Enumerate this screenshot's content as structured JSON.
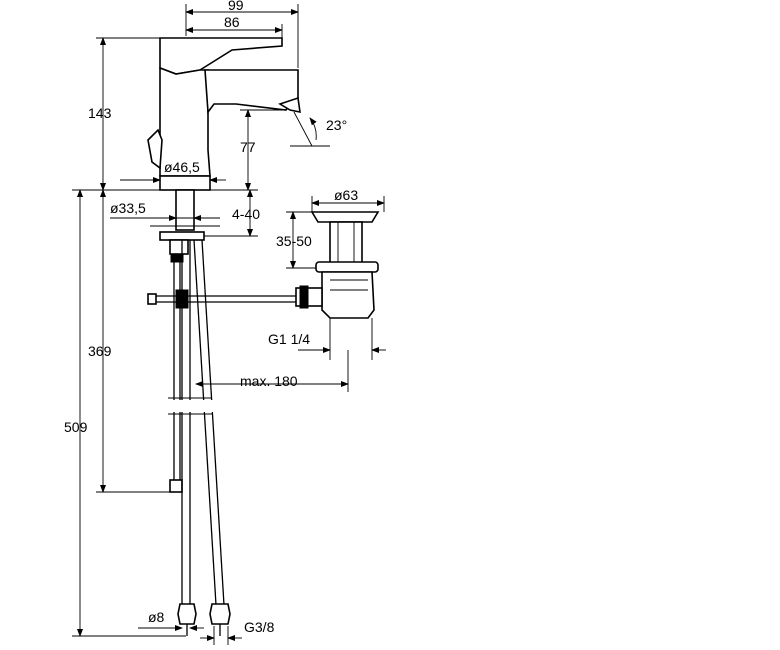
{
  "dimensions": {
    "width_99": "99",
    "width_86": "86",
    "height_143": "143",
    "height_77": "77",
    "angle_23": "23°",
    "dia_46_5": "ø46,5",
    "dia_33_5": "ø33,5",
    "range_4_40": "4-40",
    "dia_63": "ø63",
    "range_35_50": "35-50",
    "height_369": "369",
    "height_509": "509",
    "thread_g1_1_4": "G1 1/4",
    "max_180": "max. 180",
    "dia_8": "ø8",
    "thread_g3_8": "G3/8"
  }
}
